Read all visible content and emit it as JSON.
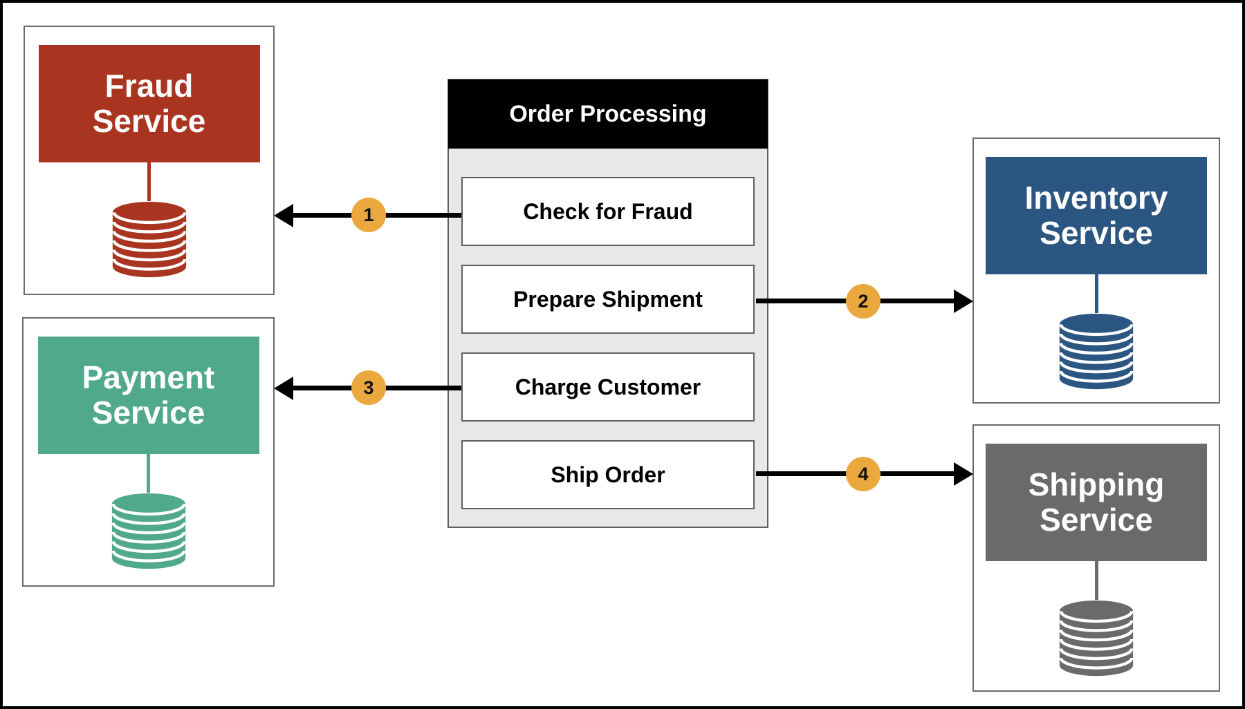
{
  "panel": {
    "title": "Order Processing",
    "steps": [
      "Check for Fraud",
      "Prepare Shipment",
      "Charge Customer",
      "Ship Order"
    ]
  },
  "services": [
    {
      "name": "Fraud Service",
      "position": "top-left",
      "color": "#A93521"
    },
    {
      "name": "Payment Service",
      "position": "bottom-left",
      "color": "#50A98C"
    },
    {
      "name": "Inventory Service",
      "position": "top-right",
      "color": "#2B5681"
    },
    {
      "name": "Shipping Service",
      "position": "bottom-right",
      "color": "#6A6A6A"
    }
  ],
  "connections": [
    {
      "number": "1",
      "step": "Check for Fraud",
      "service": "Fraud Service",
      "direction": "left"
    },
    {
      "number": "2",
      "step": "Prepare Shipment",
      "service": "Inventory Service",
      "direction": "right"
    },
    {
      "number": "3",
      "step": "Charge Customer",
      "service": "Payment Service",
      "direction": "left"
    },
    {
      "number": "4",
      "step": "Ship Order",
      "service": "Shipping Service",
      "direction": "right"
    }
  ],
  "colors": {
    "badge_orange": "#EBA83E",
    "arrow_black": "#000000",
    "panel_header_bg": "#000000",
    "panel_header_text": "#FFFFFF",
    "panel_body_bg": "#E8E8E8",
    "box_border_gray": "#606060",
    "card_border_gray": "#6B6B6B",
    "fraud_red": "#A93521",
    "payment_teal": "#50A98C",
    "inventory_blue": "#2B5681",
    "shipping_gray": "#6A6A6A"
  }
}
